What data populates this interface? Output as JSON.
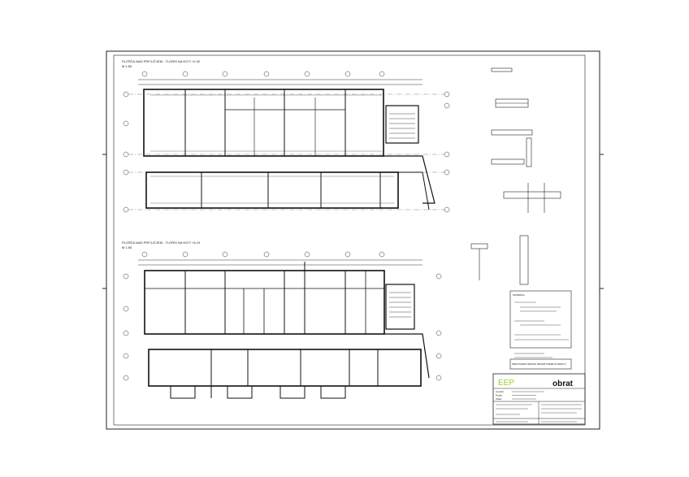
{
  "sheet": {
    "plan1": {
      "title": "PLOŠČA NAD PRITLIČJEM - TLORIS NA KOTI +2.92",
      "scale": "M 1:50"
    },
    "plan2": {
      "title": "PLOŠČA NAD PRITLIČJEM - TLORIS NA KOTI +3.19",
      "scale": "M 1:50"
    },
    "notes_heading": "MATERIAL:",
    "notes_warning": "PRED IZVEDBO OBVEZNO PREVERITI MERE NA OBJEKTU",
    "title_block": {
      "logo_left": "EEP",
      "logo_right": "obrat",
      "rows": [
        {
          "label": "Investitor",
          "value": ""
        },
        {
          "label": "Projekt",
          "value": ""
        },
        {
          "label": "Objekt",
          "value": ""
        }
      ]
    }
  }
}
